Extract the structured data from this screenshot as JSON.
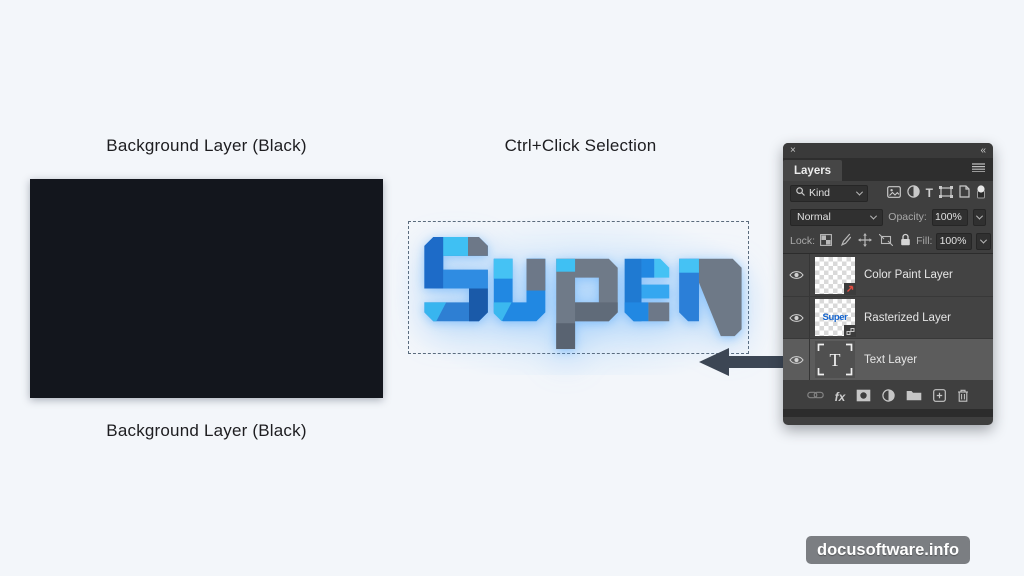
{
  "page": {
    "background": "#f3f6fa"
  },
  "annotations": {
    "top_left_label": "Background Layer (Black)",
    "top_center_label": "Ctrl+Click Selection",
    "bottom_left_label": "Background Layer (Black)"
  },
  "canvas_preview": {
    "description": "black background layer rectangle",
    "color": "#13161d"
  },
  "selection": {
    "word": "Super",
    "palette": {
      "light_blue": "#45c2f4",
      "blue": "#2188e2",
      "dark_blue": "#1a5aa9",
      "gray": "#6d7888"
    }
  },
  "arrow": {
    "direction": "left",
    "color": "#3c4654"
  },
  "layers_panel": {
    "window": {
      "close_icon": "×",
      "collapse_icon": "«"
    },
    "tab_label": "Layers",
    "filter_row": {
      "kind_label": "Kind",
      "icons": [
        "search-icon",
        "pixel-layers-filter-icon",
        "adjustment-filter-icon",
        "type-filter-icon",
        "shape-filter-icon",
        "smart-object-filter-icon",
        "filter-toggle-icon"
      ],
      "type_filter_glyph": "T"
    },
    "blend_row": {
      "blend_mode": "Normal",
      "opacity_label": "Opacity:",
      "opacity_value": "100%"
    },
    "lock_row": {
      "lock_label": "Lock:",
      "icons": [
        "lock-transparency-icon",
        "lock-pixels-icon",
        "lock-position-icon",
        "lock-artboard-icon",
        "lock-all-icon"
      ],
      "fill_label": "Fill:",
      "fill_value": "100%"
    },
    "layers": [
      {
        "name": "Color Paint Layer",
        "visible": true,
        "selected": false,
        "thumbnail": "transparent-checkerboard"
      },
      {
        "name": "Rasterized Layer",
        "visible": true,
        "selected": false,
        "thumbnail": "super-text"
      },
      {
        "name": "Text Layer",
        "visible": true,
        "selected": true,
        "thumbnail": "text-thumbnail",
        "thumb_letter": "T"
      }
    ],
    "footer": {
      "fx_label": "fx",
      "icons": [
        "link-layers-icon",
        "layer-styles-fx-icon",
        "add-layer-mask-icon",
        "new-adjustment-layer-icon",
        "new-group-icon",
        "new-layer-icon",
        "delete-layer-icon"
      ]
    }
  },
  "watermark": {
    "text": "docusoftware.info",
    "background": "#7b7e82"
  }
}
